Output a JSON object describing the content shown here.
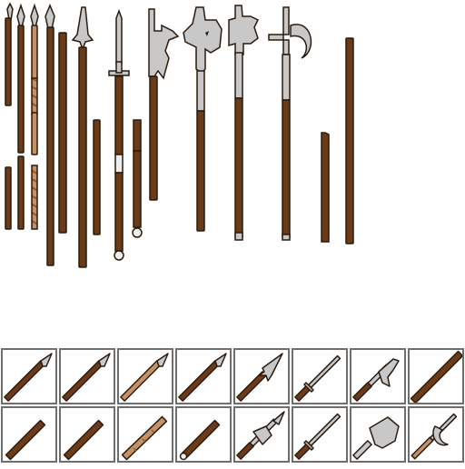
{
  "sheet": {
    "background": "#ffffff",
    "colors": {
      "outline": "#2a1b0e",
      "wood_dark": "#6b3a17",
      "wood_light": "#c69164",
      "wood_light_stripe": "#8a5a33",
      "metal": "#c8c8c8",
      "metal_highlight": "#eeeeee",
      "slot_border": "#6e6e6e"
    },
    "sprites": [
      {
        "name": "short-spear-broken",
        "icon": "spear-icon"
      },
      {
        "name": "spear",
        "icon": "spear-icon"
      },
      {
        "name": "light-spear-wrapped",
        "icon": "spear-icon"
      },
      {
        "name": "long-spear",
        "icon": "spear-icon"
      },
      {
        "name": "spear-shaft",
        "icon": "shaft-icon"
      },
      {
        "name": "partisan",
        "icon": "partisan-icon"
      },
      {
        "name": "shaft-short",
        "icon": "shaft-icon"
      },
      {
        "name": "awl-pike",
        "icon": "awl-pike-icon"
      },
      {
        "name": "awl-pike-shaft",
        "icon": "shaft-icon"
      },
      {
        "name": "bill-hook",
        "icon": "bill-icon"
      },
      {
        "name": "poleaxe",
        "icon": "poleaxe-icon"
      },
      {
        "name": "halberd",
        "icon": "halberd-icon"
      },
      {
        "name": "crescent-poleaxe",
        "icon": "crescent-axe-icon"
      },
      {
        "name": "shaft-fragment",
        "icon": "shaft-icon"
      },
      {
        "name": "quarterstaff",
        "icon": "staff-icon"
      }
    ]
  },
  "inventory": {
    "rows": [
      [
        {
          "icon": "spear-icon"
        },
        {
          "icon": "spear-icon"
        },
        {
          "icon": "light-spear-icon"
        },
        {
          "icon": "spear-icon"
        },
        {
          "icon": "partisan-icon"
        },
        {
          "icon": "awl-pike-icon"
        },
        {
          "icon": "bill-icon"
        },
        {
          "icon": "staff-icon"
        }
      ],
      [
        {
          "icon": "shaft-icon"
        },
        {
          "icon": "shaft-icon"
        },
        {
          "icon": "wrapped-shaft-icon"
        },
        {
          "icon": "capped-shaft-icon"
        },
        {
          "icon": "halberd-icon"
        },
        {
          "icon": "awl-pike-icon"
        },
        {
          "icon": "poleaxe-icon"
        },
        {
          "icon": "crescent-axe-icon"
        }
      ]
    ]
  }
}
